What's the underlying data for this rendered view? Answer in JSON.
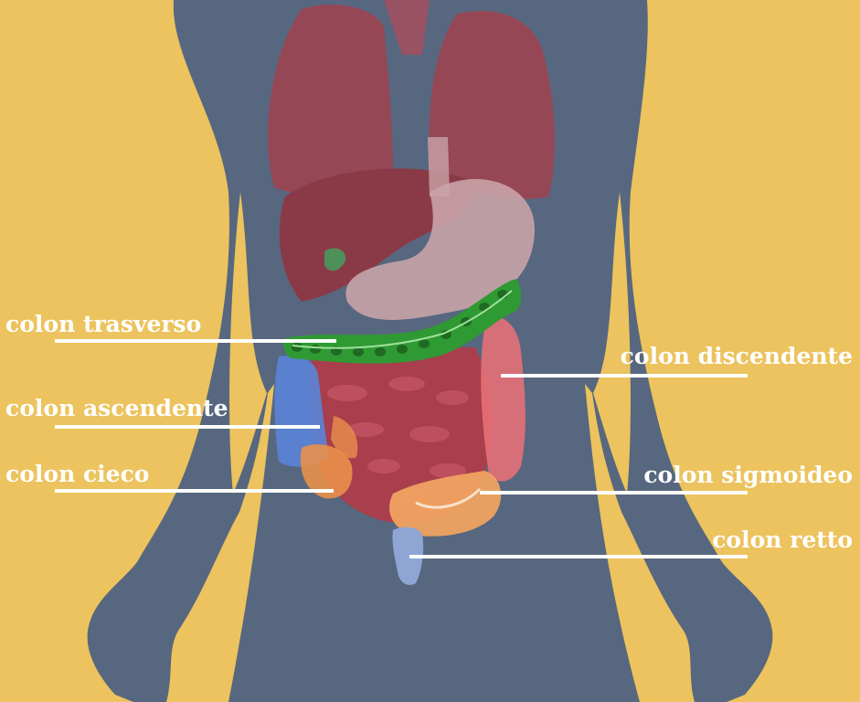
{
  "colors": {
    "background": "#ecc35e",
    "body_silhouette": "#57677f",
    "lungs": "#9a4654",
    "liver": "#8a3a47",
    "stomach": "#c9a3a8",
    "small_intestine": "#a93e4c",
    "transverse_colon": "#2f9a33",
    "ascending_colon": "#5a84d8",
    "cecum": "#e9904a",
    "descending_colon": "#e57078",
    "sigmoid_colon": "#f0a261",
    "rectum": "#8fa6d4",
    "label_text": "#ffffff",
    "leader_line": "#ffffff"
  },
  "labels": {
    "trasverso": "colon trasverso",
    "ascendente": "colon ascendente",
    "cieco": "colon cieco",
    "discendente": "colon discendente",
    "sigmoideo": "colon sigmoideo",
    "retto": "colon retto"
  }
}
